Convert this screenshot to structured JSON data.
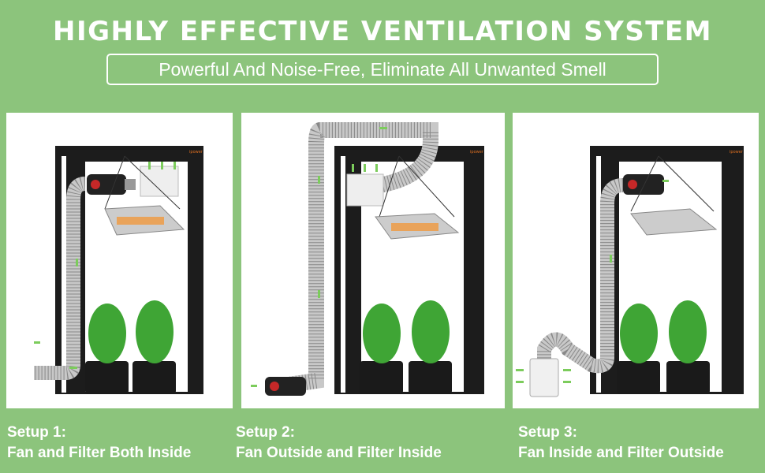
{
  "header": {
    "title": "HIGHLY EFFECTIVE VENTILATION SYSTEM",
    "subtitle": "Powerful And Noise-Free, Eliminate All Unwanted Smell"
  },
  "brand_mark": "ipower",
  "setups": [
    {
      "label": "Setup 1:",
      "description": "Fan and Filter Both Inside"
    },
    {
      "label": "Setup 2:",
      "description": "Fan Outside and Filter Inside"
    },
    {
      "label": "Setup 3:",
      "description": "Fan Inside and Filter Outside"
    }
  ],
  "colors": {
    "background": "#8cc47c",
    "tent": "#1c1c1c",
    "arrow": "#7ccc5c",
    "plant": "#3fa535"
  }
}
